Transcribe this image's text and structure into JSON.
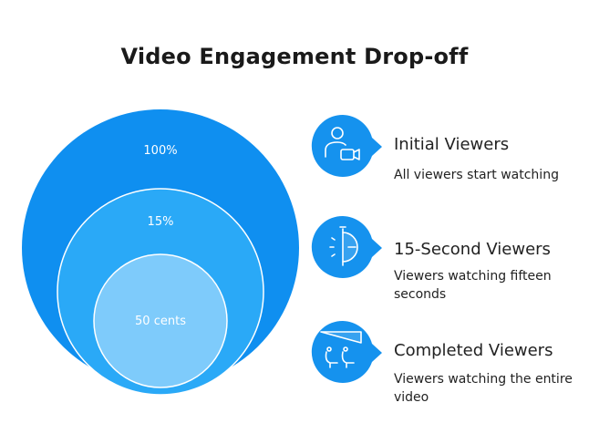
{
  "title": "Video Engagement Drop-off",
  "colors": {
    "outer": "#0f8ff0",
    "middle": "#2aa9f7",
    "inner": "#7ecbfb",
    "icon_bg": "#1592ee",
    "ring_stroke": "#ffffff"
  },
  "circles": [
    {
      "label": "100%",
      "level": "outer"
    },
    {
      "label": "15%",
      "level": "middle"
    },
    {
      "label": "50 cents",
      "level": "inner"
    }
  ],
  "legend": [
    {
      "title": "Initial Viewers",
      "description": "All viewers start watching",
      "icon": "user-video-icon"
    },
    {
      "title": "15-Second Viewers",
      "description": "Viewers watching fifteen seconds",
      "icon": "stopwatch-icon"
    },
    {
      "title": "Completed Viewers",
      "description": "Viewers watching the entire video",
      "icon": "cinema-seats-icon"
    }
  ]
}
